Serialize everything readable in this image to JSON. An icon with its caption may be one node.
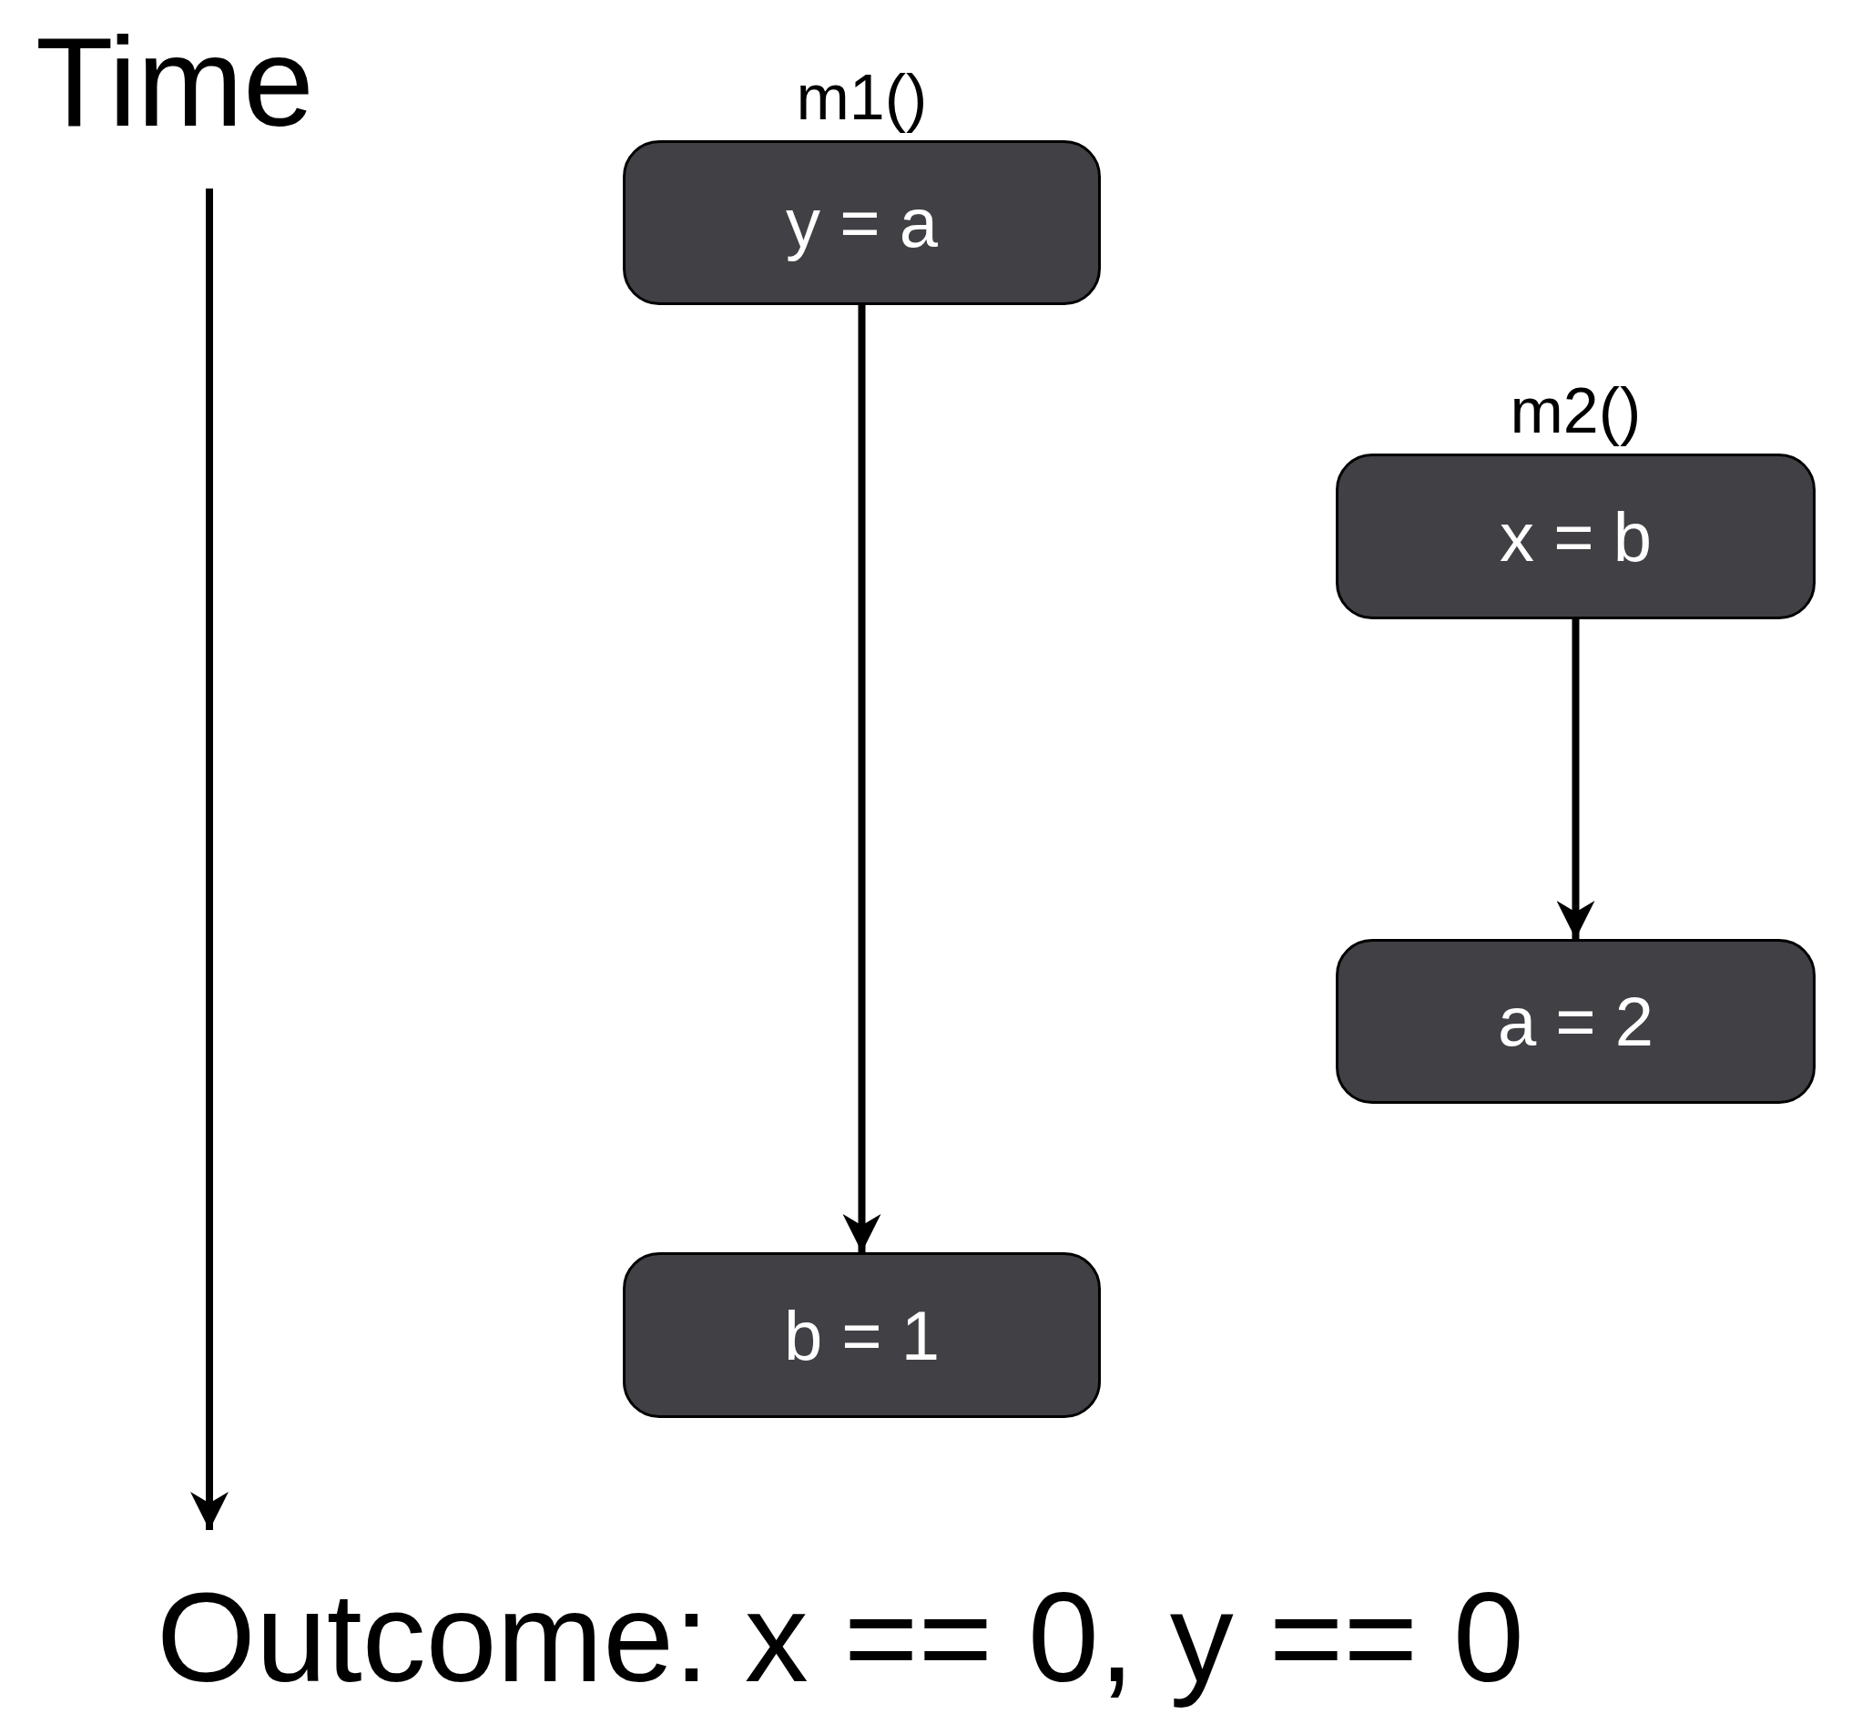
{
  "diagram": {
    "nodes": [
      {
        "text": [
          "m1()",
          "y = a"
        ]
      },
      {
        "text": [
          "b = 1"
        ]
      },
      {
        "text": [
          "m2()",
          "x = b"
        ]
      },
      {
        "text": [
          "a = 2"
        ]
      }
    ],
    "edges": [
      {
        "from": 0,
        "to": 1,
        "arrow": "to"
      },
      {
        "from": 2,
        "to": 3,
        "arrow": "to"
      }
    ],
    "labels": [
      "Time",
      "Outcome: x == 0, y == 0"
    ]
  }
}
